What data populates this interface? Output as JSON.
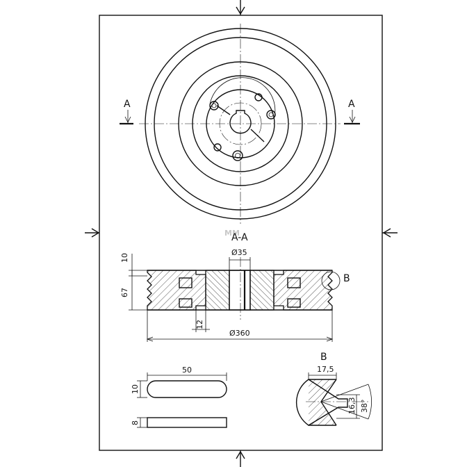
{
  "watermark": "MM",
  "labels": {
    "section_left": "A",
    "section_right": "A",
    "section_title": "A-A",
    "detail_callout": "B",
    "detail_title": "B"
  },
  "dimensions": {
    "bore": "Ø35",
    "groove_top": "10",
    "height": "67",
    "hub_step": "12",
    "outer_diameter": "Ø360",
    "key_length": "50",
    "key_width": "10",
    "key_thickness": "8",
    "groove_width": "17,5",
    "groove_depth": "16,3",
    "groove_angle": "38°"
  }
}
